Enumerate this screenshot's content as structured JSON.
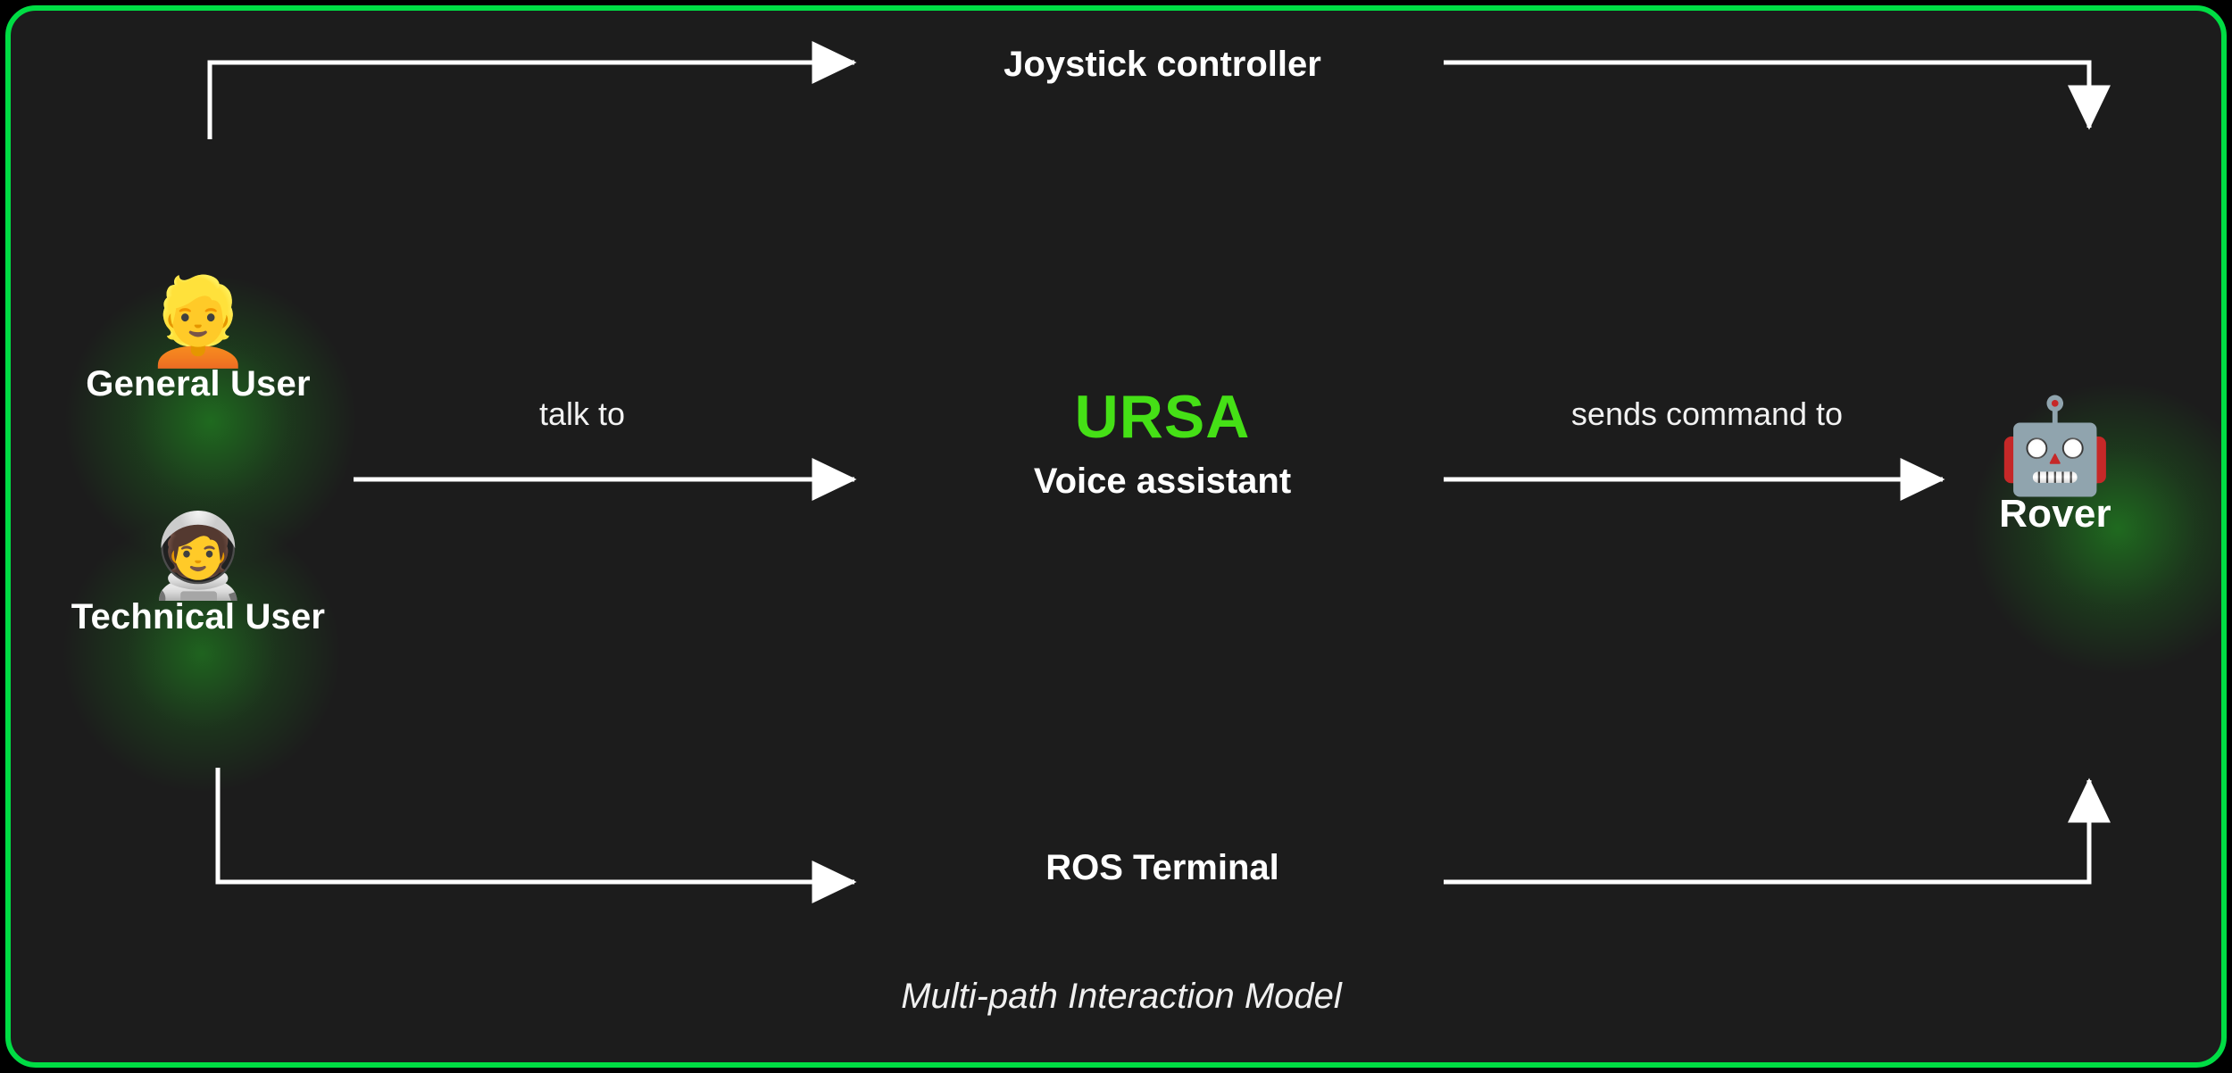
{
  "diagram": {
    "caption": "Multi-path Interaction Model",
    "accent_green": "#00dd44",
    "ursa_green": "#45e016",
    "background": "#1c1c1c",
    "wire_color": "#ffffff"
  },
  "actors": {
    "general_user": {
      "label": "General User",
      "icon": "person-blond-emoji",
      "glyph": "👱"
    },
    "technical_user": {
      "label": "Technical User",
      "icon": "astronaut-emoji",
      "glyph": "🧑‍🚀"
    },
    "rover": {
      "label": "Rover",
      "icon": "robot-face-emoji",
      "glyph": "🤖"
    }
  },
  "hub": {
    "title": "URSA",
    "subtitle": "Voice assistant"
  },
  "channels": {
    "top": "Joystick controller",
    "bottom": "ROS Terminal"
  },
  "edges": {
    "talk_to": "talk to",
    "sends_command_to": "sends command to"
  },
  "chart_data": {
    "type": "diagram",
    "title": "Multi-path Interaction Model",
    "nodes": [
      {
        "id": "general_user",
        "label": "General User",
        "column": "left",
        "row": "upper"
      },
      {
        "id": "technical_user",
        "label": "Technical User",
        "column": "left",
        "row": "lower"
      },
      {
        "id": "joystick",
        "label": "Joystick controller",
        "column": "center",
        "row": "top"
      },
      {
        "id": "ursa",
        "label": "URSA",
        "sublabel": "Voice assistant",
        "column": "center",
        "row": "middle"
      },
      {
        "id": "ros_terminal",
        "label": "ROS Terminal",
        "column": "center",
        "row": "bottom"
      },
      {
        "id": "rover",
        "label": "Rover",
        "column": "right",
        "row": "middle"
      }
    ],
    "edges": [
      {
        "from": "users",
        "to": "joystick",
        "label": "",
        "style": "elbow-up-right"
      },
      {
        "from": "joystick",
        "to": "rover",
        "label": "",
        "style": "elbow-right-down"
      },
      {
        "from": "users",
        "to": "ursa",
        "label": "talk to",
        "style": "straight-right"
      },
      {
        "from": "ursa",
        "to": "rover",
        "label": "sends command to",
        "style": "straight-right"
      },
      {
        "from": "users",
        "to": "ros_terminal",
        "label": "",
        "style": "elbow-down-right"
      },
      {
        "from": "ros_terminal",
        "to": "rover",
        "label": "",
        "style": "elbow-right-up"
      }
    ]
  }
}
